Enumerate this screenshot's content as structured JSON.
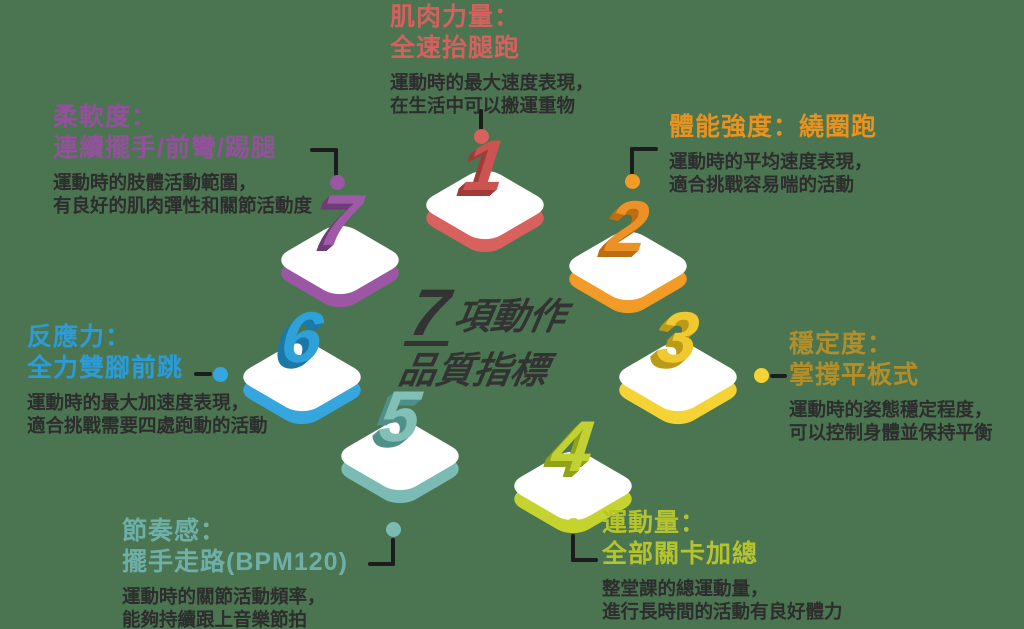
{
  "background": "#4B7451",
  "text_color": "#2D2D2D",
  "connector_color": "#1C1C1C",
  "center_title": {
    "number": "7",
    "suffix": "項動作",
    "line2": "品質指標",
    "color": "#333333"
  },
  "indicators": [
    {
      "num": "1",
      "label": "muscle-strength",
      "title_lines": [
        "肌肉力量：",
        "全速抬腿跑"
      ],
      "desc_lines": [
        "運動時的最大速度表現，",
        "在生活中可以搬運重物"
      ],
      "colors": {
        "accent": "#D5605E",
        "rim": "#D8615E",
        "num_face": "#CB5350",
        "num_side": "#9F3C3A"
      }
    },
    {
      "num": "2",
      "label": "physical-intensity",
      "title_lines": [
        "體能強度：繞圈跑"
      ],
      "desc_lines": [
        "運動時的平均速度表現，",
        "適合挑戰容易喘的活動"
      ],
      "colors": {
        "accent": "#E8921F",
        "rim": "#F39B27",
        "num_face": "#EC9126",
        "num_side": "#BD6E10"
      }
    },
    {
      "num": "3",
      "label": "stability",
      "title_lines": [
        "穩定度：",
        "掌撐平板式"
      ],
      "desc_lines": [
        "運動時的姿態穩定程度，",
        "可以控制身體並保持平衡"
      ],
      "colors": {
        "accent": "#B28E2A",
        "rim": "#F5D334",
        "num_face": "#EFC92F",
        "num_side": "#BA9A16"
      }
    },
    {
      "num": "4",
      "label": "exercise-volume",
      "title_lines": [
        "運動量：",
        "全部關卡加總"
      ],
      "desc_lines": [
        "整堂課的總運動量，",
        "進行長時間的活動有良好體力"
      ],
      "colors": {
        "accent": "#B5C42C",
        "rim": "#C5D32E",
        "num_face": "#C1D134",
        "num_side": "#91A216"
      }
    },
    {
      "num": "5",
      "label": "rhythm",
      "title_lines": [
        "節奏感：",
        "擺手走路(BPM120)"
      ],
      "desc_lines": [
        "運動時的關節活動頻率，",
        "能夠持續跟上音樂節拍"
      ],
      "colors": {
        "accent": "#6FAFA9",
        "rim": "#7CBBB4",
        "num_face": "#82BFB7",
        "num_side": "#4F9189"
      }
    },
    {
      "num": "6",
      "label": "reaction",
      "title_lines": [
        "反應力：",
        "全力雙腳前跳"
      ],
      "desc_lines": [
        "運動時的最大加速度表現，",
        "適合挑戰需要四處跑動的活動"
      ],
      "colors": {
        "accent": "#2B9CD8",
        "rim": "#36A7DE",
        "num_face": "#2FA1D9",
        "num_side": "#1B78A9"
      }
    },
    {
      "num": "7",
      "label": "flexibility",
      "title_lines": [
        "柔軟度：",
        "連續擺手/前彎/踢腿"
      ],
      "desc_lines": [
        "運動時的肢體活動範圍，",
        "有良好的肌肉彈性和關節活動度"
      ],
      "colors": {
        "accent": "#93519C",
        "rim": "#9B57A3",
        "num_face": "#9F5AA7",
        "num_side": "#6E3C76"
      }
    }
  ]
}
